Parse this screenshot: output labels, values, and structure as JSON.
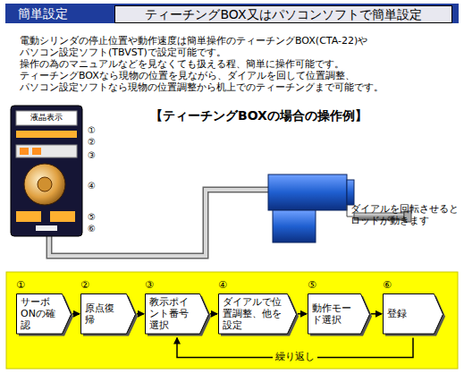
{
  "diagram": {
    "nodes": [
      {
        "text": [
          "簡単設定"
        ]
      },
      {
        "text": [
          "ティーチングBOX又はパソコンソフトで簡単設定"
        ]
      },
      {
        "text": [
          "①",
          "サーボONの確認"
        ]
      },
      {
        "text": [
          "②",
          "原点復帰"
        ]
      },
      {
        "text": [
          "③",
          "教示ポイント番号選択"
        ]
      },
      {
        "text": [
          "④",
          "ダイアルで位置調整、他を設定"
        ]
      },
      {
        "text": [
          "⑤",
          "動作モード選択"
        ]
      },
      {
        "text": [
          "⑥",
          "登録"
        ]
      }
    ],
    "edges": [
      {
        "from": 2,
        "to": 3,
        "arrow": "to"
      },
      {
        "from": 3,
        "to": 4,
        "arrow": "to"
      },
      {
        "from": 4,
        "to": 5,
        "arrow": "to"
      },
      {
        "from": 5,
        "to": 6,
        "arrow": "to"
      },
      {
        "from": 6,
        "to": 7,
        "arrow": "to"
      },
      {
        "from": 7,
        "to": 4,
        "label": "繰り返し",
        "arrow": "to"
      }
    ],
    "labels": [
      "電動シリンダの停止位置や動作速度は簡単操作のティーチングBOX(CTA-22)や",
      "パソコン設定ソフト(TBVST)で設定可能です。",
      "操作の為のマニュアルなどを見なくても扱える程、簡単に操作可能です。",
      "ティーチングBOXなら現物の位置を見ながら、ダイアルを回して位置調整、",
      "パソコン設定ソフトなら現物の位置調整から机上でのティーチングまで可能です。",
      "【ティーチングBOXの場合の操作例】",
      "液晶表示",
      "①",
      "②",
      "③",
      "④",
      "⑤",
      "⑥",
      "ダイアルを回転させると ロッドが動きます"
    ]
  }
}
